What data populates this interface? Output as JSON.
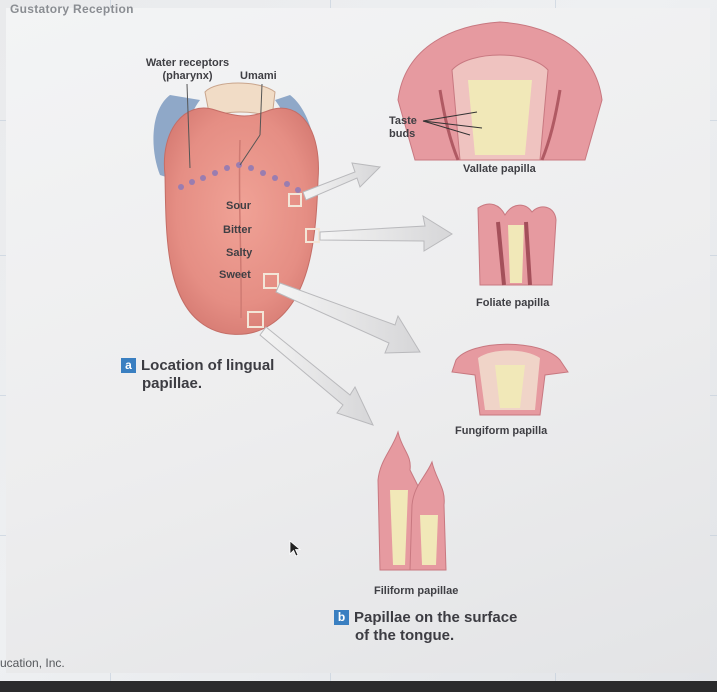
{
  "header": {
    "title": "Gustatory Reception"
  },
  "tongue_labels": {
    "water_receptors_line1": "Water receptors",
    "water_receptors_line2": "(pharynx)",
    "umami": "Umami",
    "sour": "Sour",
    "bitter": "Bitter",
    "salty": "Salty",
    "sweet": "Sweet"
  },
  "papilla_labels": {
    "taste_buds_line1": "Taste",
    "taste_buds_line2": "buds",
    "vallate": "Vallate papilla",
    "foliate": "Foliate papilla",
    "fungiform": "Fungiform papilla",
    "filiform": "Filiform papillae"
  },
  "captions": {
    "a_badge": "a",
    "a_line1": "Location of lingual",
    "a_line2": "papillae.",
    "b_badge": "b",
    "b_line1": "Papillae on the surface",
    "b_line2": "of the tongue."
  },
  "footer": {
    "text": "ucation, Inc."
  },
  "colors": {
    "badge": "#3a7fc1",
    "tongue": "#e58e84",
    "papilla_tissue": "#e9a3a4",
    "papilla_core": "#f1e8b8"
  }
}
